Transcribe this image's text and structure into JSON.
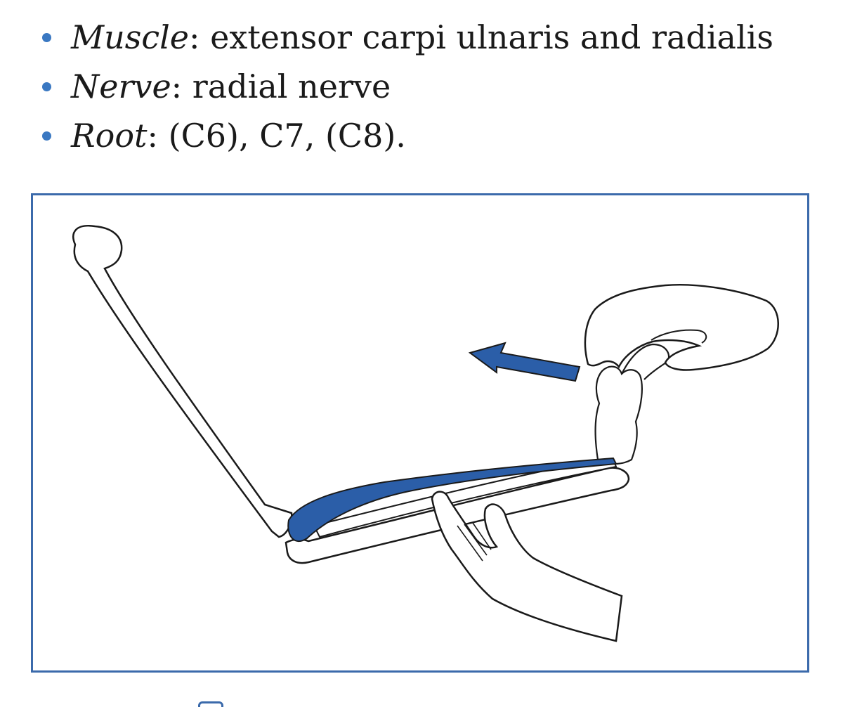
{
  "bullets": [
    {
      "term": "Muscle",
      "separator": ": ",
      "text": "extensor carpi ulnaris and radialis"
    },
    {
      "term": "Nerve",
      "separator": ": ",
      "text": "radial nerve"
    },
    {
      "term": "Root",
      "separator": ": ",
      "text": "(C6), C7, (C8)."
    }
  ],
  "colors": {
    "bullet": "#3a78c2",
    "frame": "#3b6aab",
    "muscle": "#2b5ea8",
    "arrow": "#2b5ea8",
    "outline": "#1a1a1a"
  }
}
